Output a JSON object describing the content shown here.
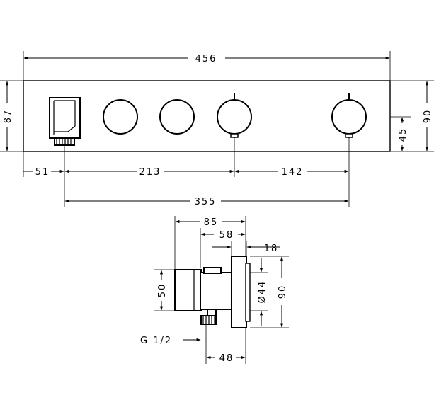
{
  "front_view": {
    "width_total": "456",
    "height_total": "87",
    "height_right": "90",
    "height_half": "45",
    "offset_left": "51",
    "spacing_mid": "213",
    "spacing_right": "142",
    "spacing_overall": "355"
  },
  "side_view": {
    "depth_total": "85",
    "depth_inner": "58",
    "plate_thickness": "18",
    "body_height": "50",
    "knob_diameter": "Ø44",
    "plate_height": "90",
    "thread_label": "G 1/2",
    "thread_depth": "48"
  }
}
